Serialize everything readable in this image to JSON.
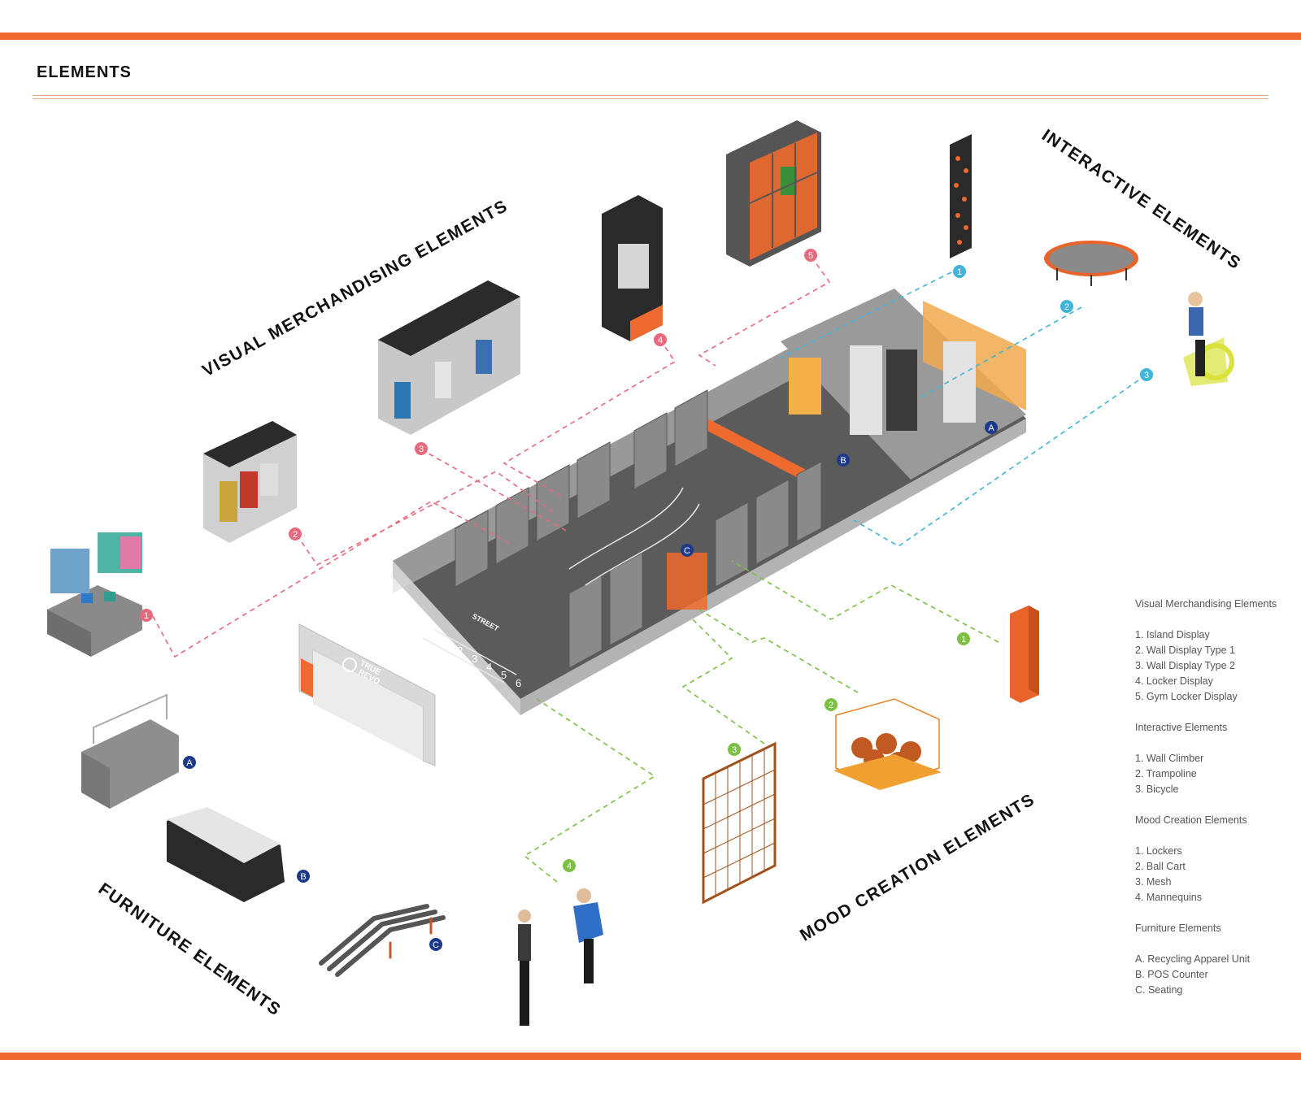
{
  "page": {
    "title": "ELEMENTS"
  },
  "colors": {
    "accent_orange": "#ee6a2e",
    "visual_marker": "#e8697d",
    "interactive_marker": "#3fb5db",
    "mood_marker": "#7bc043",
    "furniture_marker": "#1d3a8a"
  },
  "sections": {
    "visual": "VISUAL MERCHANDISING ELEMENTS",
    "interactive": "INTERACTIVE ELEMENTS",
    "mood": "MOOD CREATION ELEMENTS",
    "furniture": "FURNITURE ELEMENTS"
  },
  "markers": {
    "visual": [
      "1",
      "2",
      "3",
      "4",
      "5"
    ],
    "interactive": [
      "1",
      "2",
      "3"
    ],
    "mood": [
      "1",
      "2",
      "3",
      "4"
    ],
    "furniture": [
      "A",
      "B",
      "C"
    ]
  },
  "floor_labels": [
    "1",
    "2",
    "3",
    "4",
    "5",
    "6"
  ],
  "signage": {
    "street": "STREET",
    "brand_line1": "TRUE",
    "brand_line2": "REVO"
  },
  "legend": [
    {
      "title": "Visual Merchandising Elements",
      "items": [
        "1. Island Display",
        "2. Wall Display Type 1",
        "3. Wall Display Type 2",
        "4. Locker Display",
        "5. Gym Locker Display"
      ]
    },
    {
      "title": "Interactive Elements",
      "items": [
        "1. Wall Climber",
        "2. Trampoline",
        "3. Bicycle"
      ]
    },
    {
      "title": "Mood Creation Elements",
      "items": [
        "1. Lockers",
        "2. Ball Cart",
        "3. Mesh",
        "4. Mannequins"
      ]
    },
    {
      "title": "Furniture Elements",
      "items": [
        "A. Recycling Apparel Unit",
        "B. POS Counter",
        "C. Seating"
      ]
    }
  ]
}
